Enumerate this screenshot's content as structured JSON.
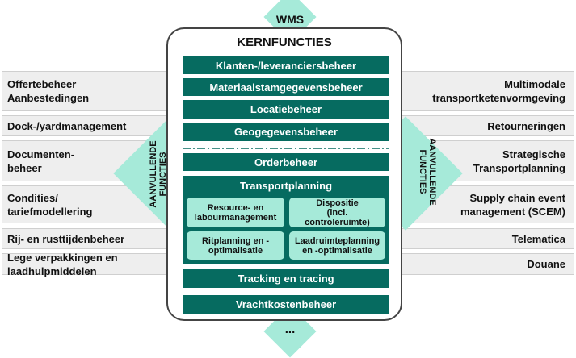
{
  "top_tag": "WMS",
  "bottom_tag": "...",
  "core": {
    "title": "KERNFUNCTIES",
    "top_functions": [
      "Klanten-/leveranciersbeheer",
      "Materiaalstamgegevensbeheer",
      "Locatiebeheer",
      "Geogegevensbeheer"
    ],
    "order": "Orderbeheer",
    "transport": {
      "title": "Transportplanning",
      "subs": [
        "Resource- en\nlabourmanagement",
        "Dispositie\n(incl.\ncontroleruimte)",
        "Ritplanning en -\noptimalisatie",
        "Laadruimteplanning\nen -optimalisatie"
      ]
    },
    "tracking": "Tracking en tracing",
    "freight": "Vrachtkostenbeheer"
  },
  "aanvullend_left": "AANVULLENDE\nFUNCTIES",
  "aanvullend_right": "AANVULLENDE\nFUNCTIES",
  "left_items": [
    "Offertebeheer\nAanbestedingen",
    "Dock-/yardmanagement",
    "Documenten-\nbeheer",
    "Condities/\ntariefmodellering",
    "Rij- en rusttijdenbeheer",
    "Lege verpakkingen en\nlaadhulpmiddelen"
  ],
  "right_items": [
    "Multimodale\ntransportketenvormgeving",
    "Retourneringen",
    "Strategische\nTransportplanning",
    "Supply chain event\nmanagement (SCEM)",
    "Telematica",
    "Douane"
  ],
  "colors": {
    "dark_teal": "#066b60",
    "light_teal": "#a6ead9",
    "side_box": "#eeeeee"
  }
}
